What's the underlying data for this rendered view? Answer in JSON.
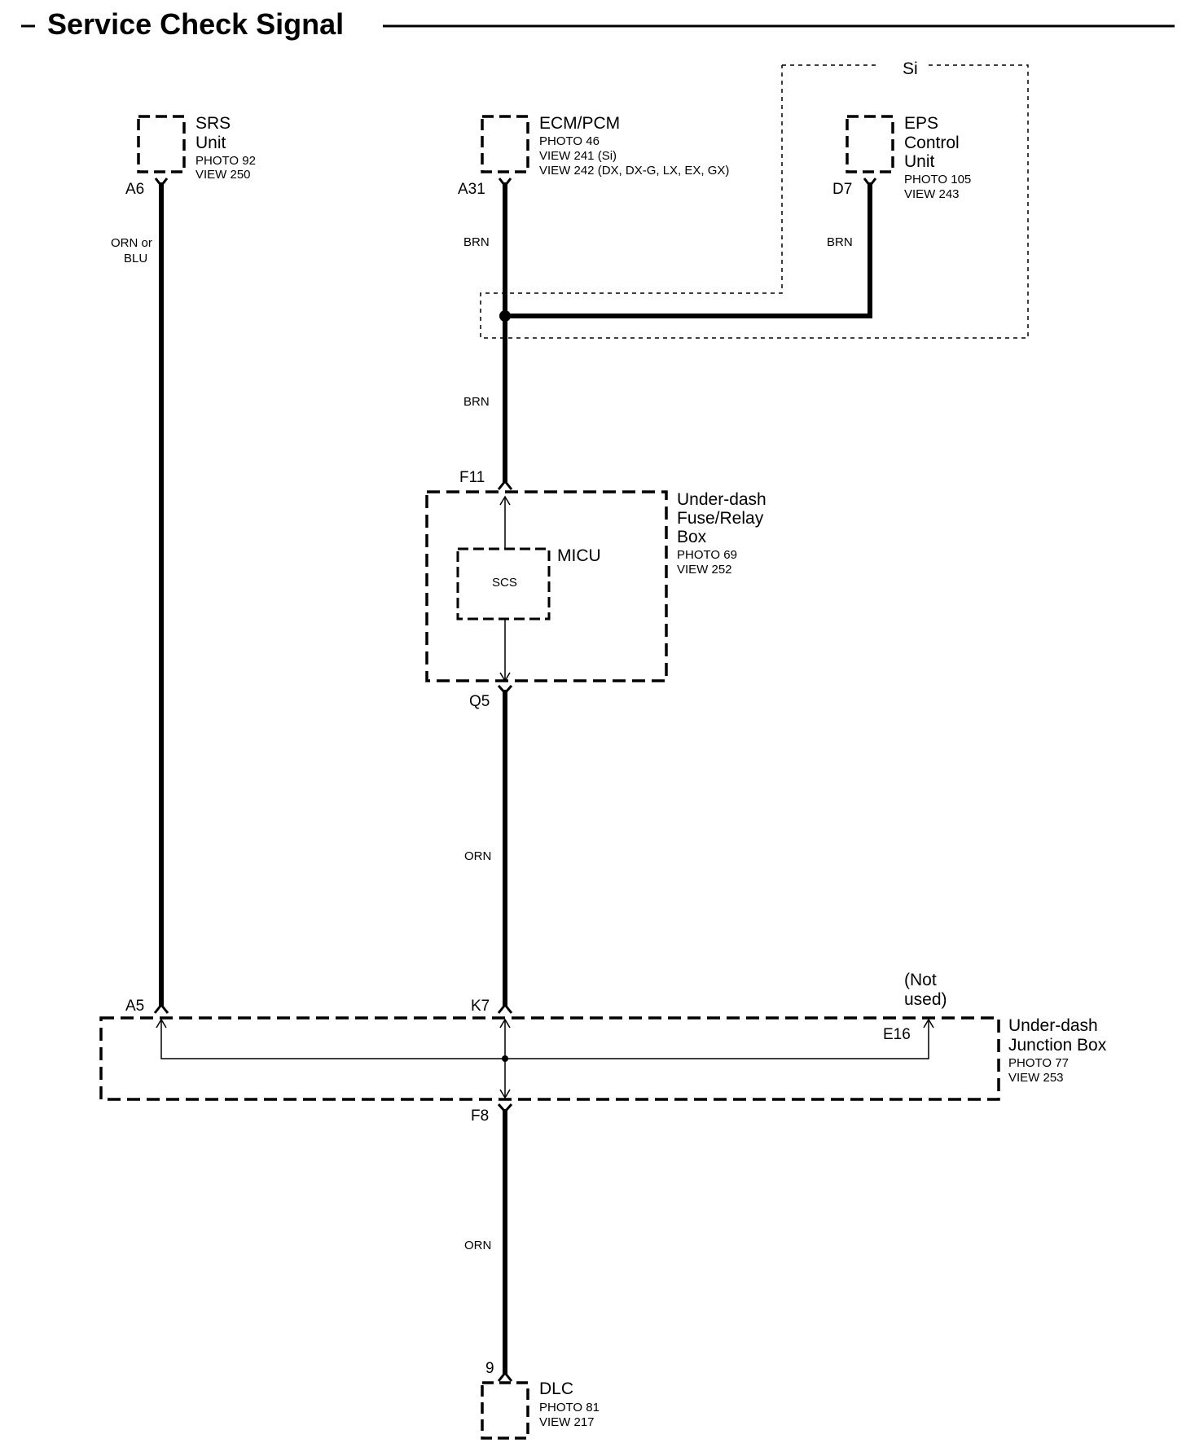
{
  "title": "Service Check Signal",
  "region_label": "Si",
  "components": {
    "srs": {
      "name": [
        "SRS",
        "Unit"
      ],
      "refs": [
        "PHOTO 92",
        "VIEW 250"
      ]
    },
    "ecm": {
      "name": [
        "ECM/PCM"
      ],
      "refs": [
        "PHOTO 46",
        "VIEW 241 (Si)",
        "VIEW 242 (DX, DX-G, LX, EX, GX)"
      ]
    },
    "eps": {
      "name": [
        "EPS",
        "Control",
        "Unit"
      ],
      "refs": [
        "PHOTO 105",
        "VIEW 243"
      ]
    },
    "fuse_box": {
      "name": [
        "Under-dash",
        "Fuse/Relay",
        "Box"
      ],
      "refs": [
        "PHOTO 69",
        "VIEW 252"
      ]
    },
    "micu": {
      "name": "MICU",
      "inner": "SCS"
    },
    "junction_box": {
      "name": [
        "Under-dash",
        "Junction Box"
      ],
      "refs": [
        "PHOTO 77",
        "VIEW 253"
      ],
      "not_used": [
        "(Not",
        "used)"
      ]
    },
    "dlc": {
      "name": [
        "DLC"
      ],
      "refs": [
        "PHOTO 81",
        "VIEW 217"
      ]
    }
  },
  "pins": {
    "a6": "A6",
    "a31": "A31",
    "d7": "D7",
    "f11": "F11",
    "q5": "Q5",
    "a5": "A5",
    "k7": "K7",
    "e16": "E16",
    "f8": "F8",
    "dlc9": "9"
  },
  "wires": {
    "srs": [
      "ORN or",
      "BLU"
    ],
    "ecm": "BRN",
    "eps": "BRN",
    "to_fuse": "BRN",
    "q5_k7": "ORN",
    "f8_dlc": "ORN"
  }
}
